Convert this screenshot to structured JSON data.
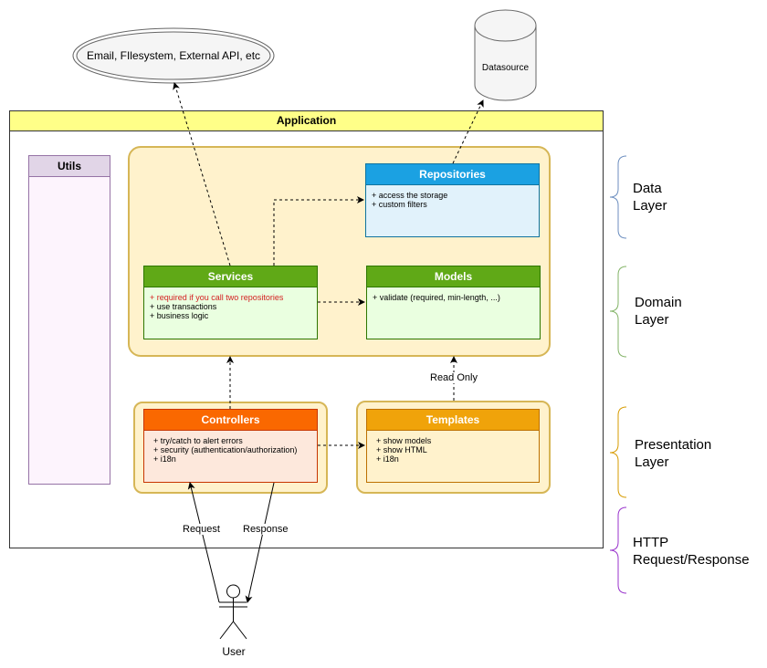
{
  "external": {
    "label": "Email, FIlesystem, External API, etc"
  },
  "datasource": {
    "label": "Datasource"
  },
  "application": {
    "title": "Application"
  },
  "utils": {
    "title": "Utils"
  },
  "repositories": {
    "title": "Repositories",
    "lines": [
      "+ access the storage",
      "+ custom filters"
    ],
    "color": "#1ba1e2"
  },
  "services": {
    "title": "Services",
    "highlight": "+ required if you call two repositories",
    "lines": [
      "+ use transactions",
      "+ business logic"
    ],
    "color": "#60a917"
  },
  "models": {
    "title": "Models",
    "lines": [
      "+ validate (required, min-length, ...)"
    ],
    "color": "#60a917"
  },
  "controllers": {
    "title": "Controllers",
    "lines": [
      "+ try/catch to alert errors",
      "+ security (authentication/authorization)",
      "+ i18n"
    ],
    "color": "#fa6800"
  },
  "templates": {
    "title": "Templates",
    "lines": [
      "+ show models",
      "+ show HTML",
      "+ i18n"
    ],
    "color": "#f0a30a"
  },
  "edge_labels": {
    "read_only": "Read Only",
    "request": "Request",
    "response": "Response"
  },
  "user": {
    "label": "User"
  },
  "layers": [
    {
      "line1": "Data",
      "line2": "Layer",
      "color": "#6c8ebf"
    },
    {
      "line1": "Domain",
      "line2": "Layer",
      "color": "#82b366"
    },
    {
      "line1": "Presentation",
      "line2": "Layer",
      "color": "#d79b00"
    },
    {
      "line1": "HTTP",
      "line2": "Request/Response",
      "color": "#9933cc"
    }
  ]
}
